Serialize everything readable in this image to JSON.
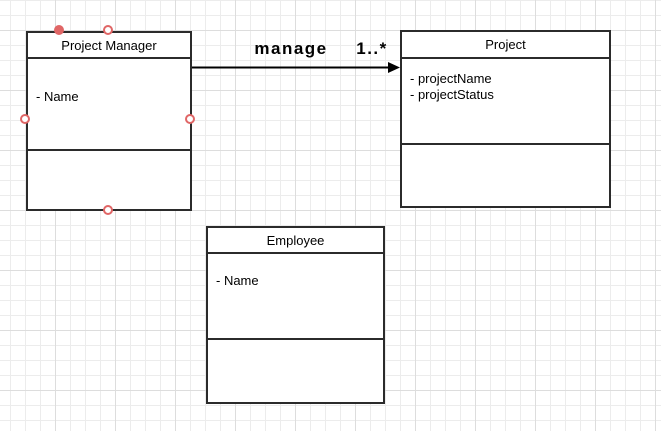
{
  "canvas": {
    "background": "#ffffff",
    "grid_minor_color": "#ececec",
    "grid_major_color": "#dddddd",
    "shape_stroke_color": "#2b2b2b",
    "text_color": "#000000"
  },
  "selection": {
    "handle_color": "#e06666",
    "handles": [
      "top-left-filled",
      "top-center",
      "left-middle",
      "right-middle",
      "bottom-center"
    ]
  },
  "classes": [
    {
      "title": "Project Manager",
      "attributes": [
        "- Name"
      ],
      "selected": true
    },
    {
      "title": "Project",
      "attributes": [
        "- projectName",
        "- projectStatus"
      ],
      "selected": false
    },
    {
      "title": "Employee",
      "attributes": [
        "- Name"
      ],
      "selected": false
    }
  ],
  "association": {
    "label": "manage",
    "multiplicity": "1..*",
    "color": "#000000",
    "from": "Project Manager",
    "to": "Project"
  }
}
